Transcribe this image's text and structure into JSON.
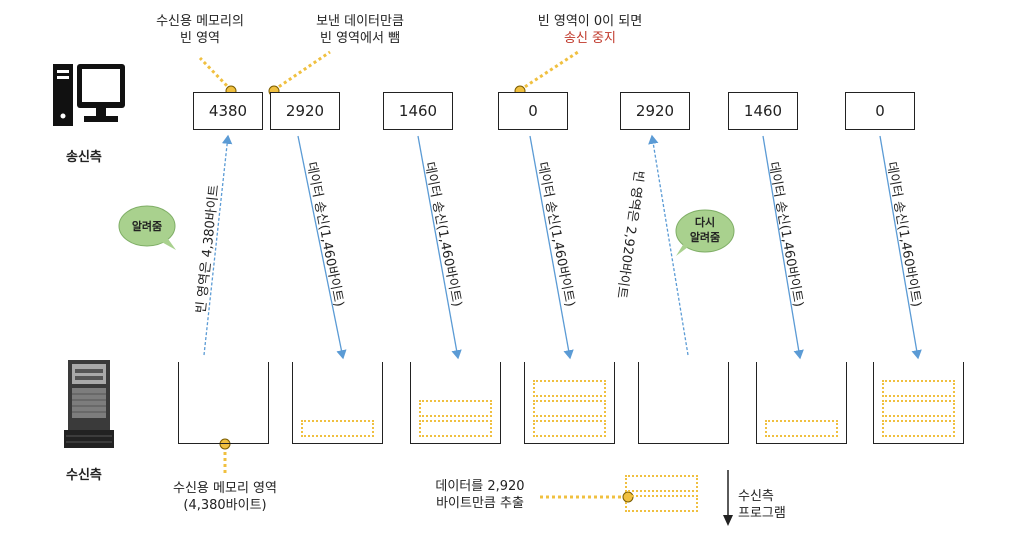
{
  "sender": {
    "label": "송신측",
    "icon": "desktop-computer-icon"
  },
  "receiver": {
    "label": "수신측",
    "icon": "server-tower-icon"
  },
  "window_values": [
    "4380",
    "2920",
    "1460",
    "0",
    "2920",
    "1460",
    "0"
  ],
  "callouts": {
    "recv_space": [
      "수신용 메모리의",
      "빈 영역"
    ],
    "subtract": [
      "보낸 데이터만큼",
      "빈 영역에서 뺌"
    ],
    "zero_line1": "빈 영역이 0이 되면",
    "zero_line2": "송신 중지"
  },
  "arrows": {
    "notify1": "빈 영역은 4,380바이트",
    "send": "데이터 송신(1,460바이트)",
    "notify2": "빈 영역은 2,920바이트"
  },
  "bubbles": {
    "first": "알려줌",
    "second_line1": "다시",
    "second_line2": "알려줌"
  },
  "bottom": {
    "memory_line1": "수신용 메모리 영역",
    "memory_line2": "(4,380바이트)",
    "extract_line1": "데이터를 2,920",
    "extract_line2": "바이트만큼 추출",
    "program_line1": "수신측",
    "program_line2": "프로그램"
  },
  "colors": {
    "accent": "#f0c040",
    "arrow": "#5b9bd5",
    "bubble": "#a9d18e",
    "stop": "#c0392b"
  },
  "bucket_fill_counts": [
    0,
    1,
    2,
    3,
    0,
    1,
    3
  ]
}
